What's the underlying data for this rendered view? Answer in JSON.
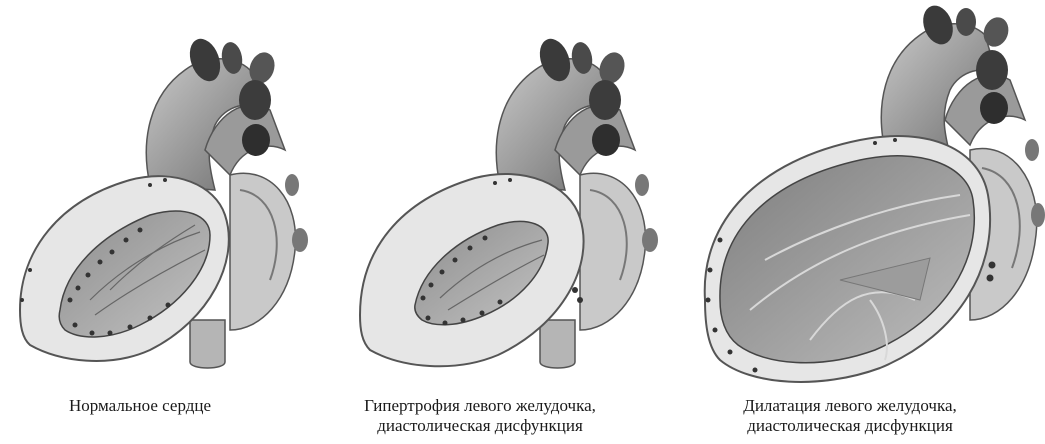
{
  "panels": [
    {
      "caption_line1": "Нормальное сердце",
      "caption_line2": ""
    },
    {
      "caption_line1": "Гипертрофия левого желудочка,",
      "caption_line2": "диастолическая дисфункция"
    },
    {
      "caption_line1": "Дилатация левого желудочка,",
      "caption_line2": "диастолическая дисфункция"
    }
  ],
  "colors": {
    "wall": "#e6e6e6",
    "chamber": "#a7a7a7",
    "vessel": "#8a8a8a",
    "vessel_dark": "#3a3a3a",
    "outline": "#555555"
  }
}
